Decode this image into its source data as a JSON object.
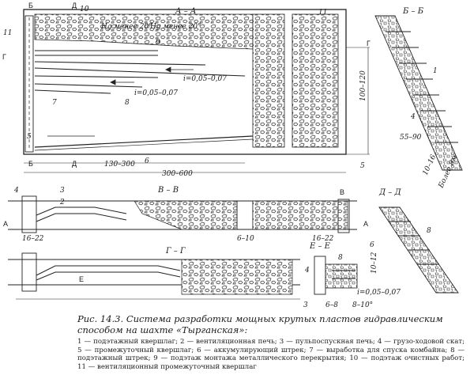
{
  "sections": {
    "aa": "А – А",
    "bb": "Б – Б",
    "vv": "В – В",
    "gg": "Г – Г",
    "dd": "Д – Д",
    "ee": "Е – Е"
  },
  "cut_marks": {
    "b": "Б",
    "d": "Д",
    "g": "Г",
    "a": "А",
    "v": "В",
    "e": "Е"
  },
  "annotations": {
    "ng_min_20_a": "Hg менее 20°",
    "ng_min_20_b": "Hg менее 20°",
    "slope_1": "i=0,05–0,07",
    "slope_2": "i=0,05–0,07",
    "slope_3": "i=0,05–0,07",
    "dim_130_300": "130–300",
    "dim_300_600": "300–600",
    "dim_100_120": "100–120",
    "dim_55_90": "55–90",
    "dim_10_16": "10–16",
    "dim_bolee": "Более 8м",
    "dim_16_22_a": "16–22",
    "dim_16_22_b": "16–22",
    "dim_6_10": "6–10",
    "dim_10_12": "10–12",
    "dim_6": "6",
    "dim_6_8": "6–8",
    "dim_8_10": "8–10°"
  },
  "numbers": {
    "n1": "1",
    "n2": "2",
    "n3": "3",
    "n4": "4",
    "n5": "5",
    "n6": "6",
    "n7": "7",
    "n8": "8",
    "n9": "9",
    "n10": "10",
    "n11": "11"
  },
  "caption": {
    "fig_label": "Рис. 14.3.",
    "title": "Система разработки мощных крутых пластов гидравлическим способом на шахте «Тырганская»:",
    "legend": "1 — подэтажный квершлаг; 2 — вентиляционная печь; 3 — пульпоспускная печь; 4 — грузо-ходовой скат; 5 — промежуточный квершлаг; 6 — аккумулирующий штрек; 7 — выработка для спуска комбайна; 8 — подэтажный штрек; 9 — подэтаж монтажа металлического перекрытия; 10 — подэтаж очистных работ; 11 — вентиляционный промежуточный квершлаг"
  }
}
